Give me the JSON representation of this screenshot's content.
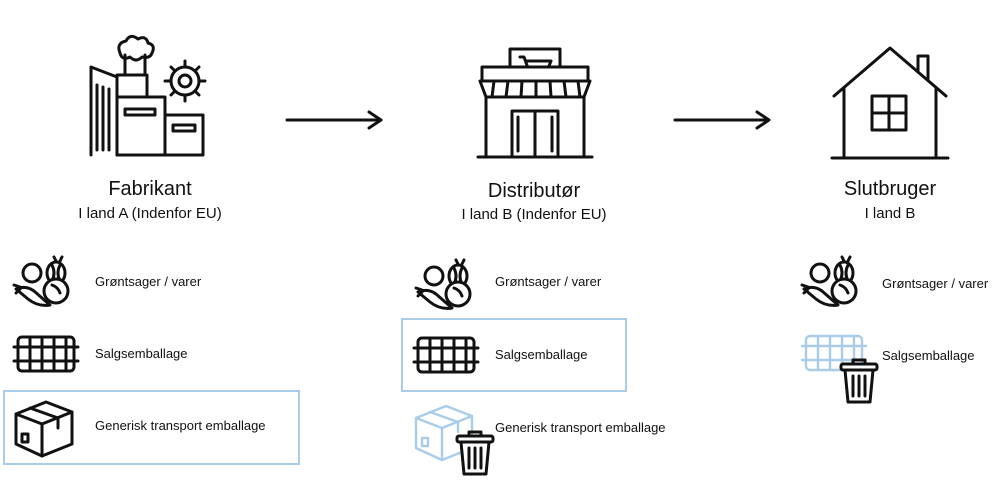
{
  "actors": [
    {
      "title": "Fabrikant",
      "subtitle": "I land A (Indenfor EU)",
      "icon": "factory-icon"
    },
    {
      "title": "Distributør",
      "subtitle": "I land B (Indenfor EU)",
      "icon": "store-icon"
    },
    {
      "title": "Slutbruger",
      "subtitle": "I land B",
      "icon": "house-icon"
    }
  ],
  "items": {
    "produce": "Grøntsager / varer",
    "sales": "Salgsemballage",
    "transport": "Generisk transport emballage"
  },
  "colors": {
    "highlight": "#a9cde8",
    "ink": "#111111"
  }
}
